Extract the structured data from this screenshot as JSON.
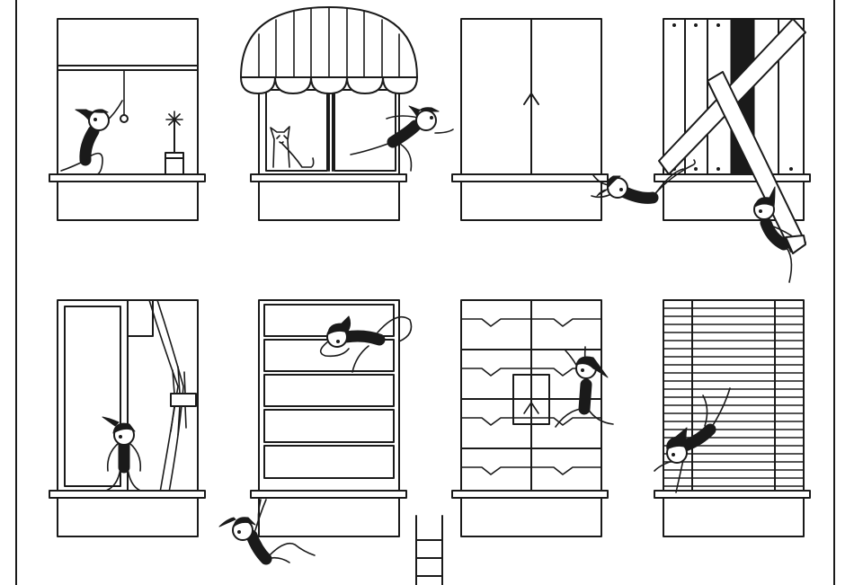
{
  "illustration": {
    "style": "monochrome line art",
    "colors": {
      "ink": "#1a1a1a",
      "paper": "#ffffff"
    },
    "windows": [
      {
        "row": 1,
        "col": 1,
        "kind": "open-sash window with pull cord and potted plant"
      },
      {
        "row": 1,
        "col": 2,
        "kind": "scalloped striped awning with cat behind glass"
      },
      {
        "row": 1,
        "col": 3,
        "kind": "closed double shutters with up arrow"
      },
      {
        "row": 1,
        "col": 4,
        "kind": "boarded-up plank window with crossed boards"
      },
      {
        "row": 2,
        "col": 1,
        "kind": "window with tied-back curtain"
      },
      {
        "row": 2,
        "col": 2,
        "kind": "stacked drawer panels"
      },
      {
        "row": 2,
        "col": 3,
        "kind": "zigzag tile panels with up arrow"
      },
      {
        "row": 2,
        "col": 4,
        "kind": "horizontal venetian blinds"
      }
    ],
    "elf_count": 9,
    "extras": [
      "ladder"
    ]
  }
}
